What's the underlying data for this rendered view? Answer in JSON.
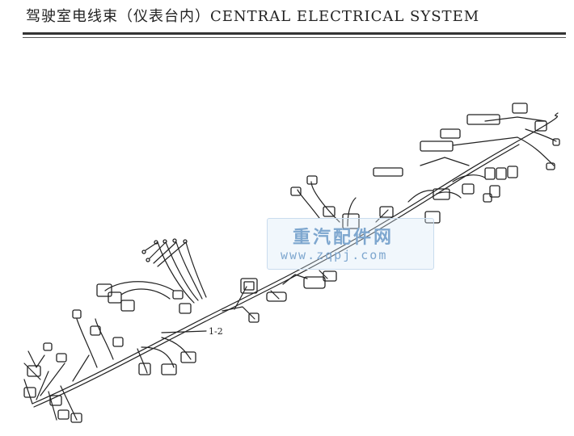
{
  "header": {
    "title": "驾驶室电线束（仪表台内）CENTRAL ELECTRICAL SYSTEM"
  },
  "diagram": {
    "callout": "1-2"
  },
  "watermark": {
    "site_name": "重汽配件网",
    "url": "www.zqpj.com"
  },
  "colors": {
    "ink": "#222222",
    "watermark": "#7ea7cf"
  }
}
